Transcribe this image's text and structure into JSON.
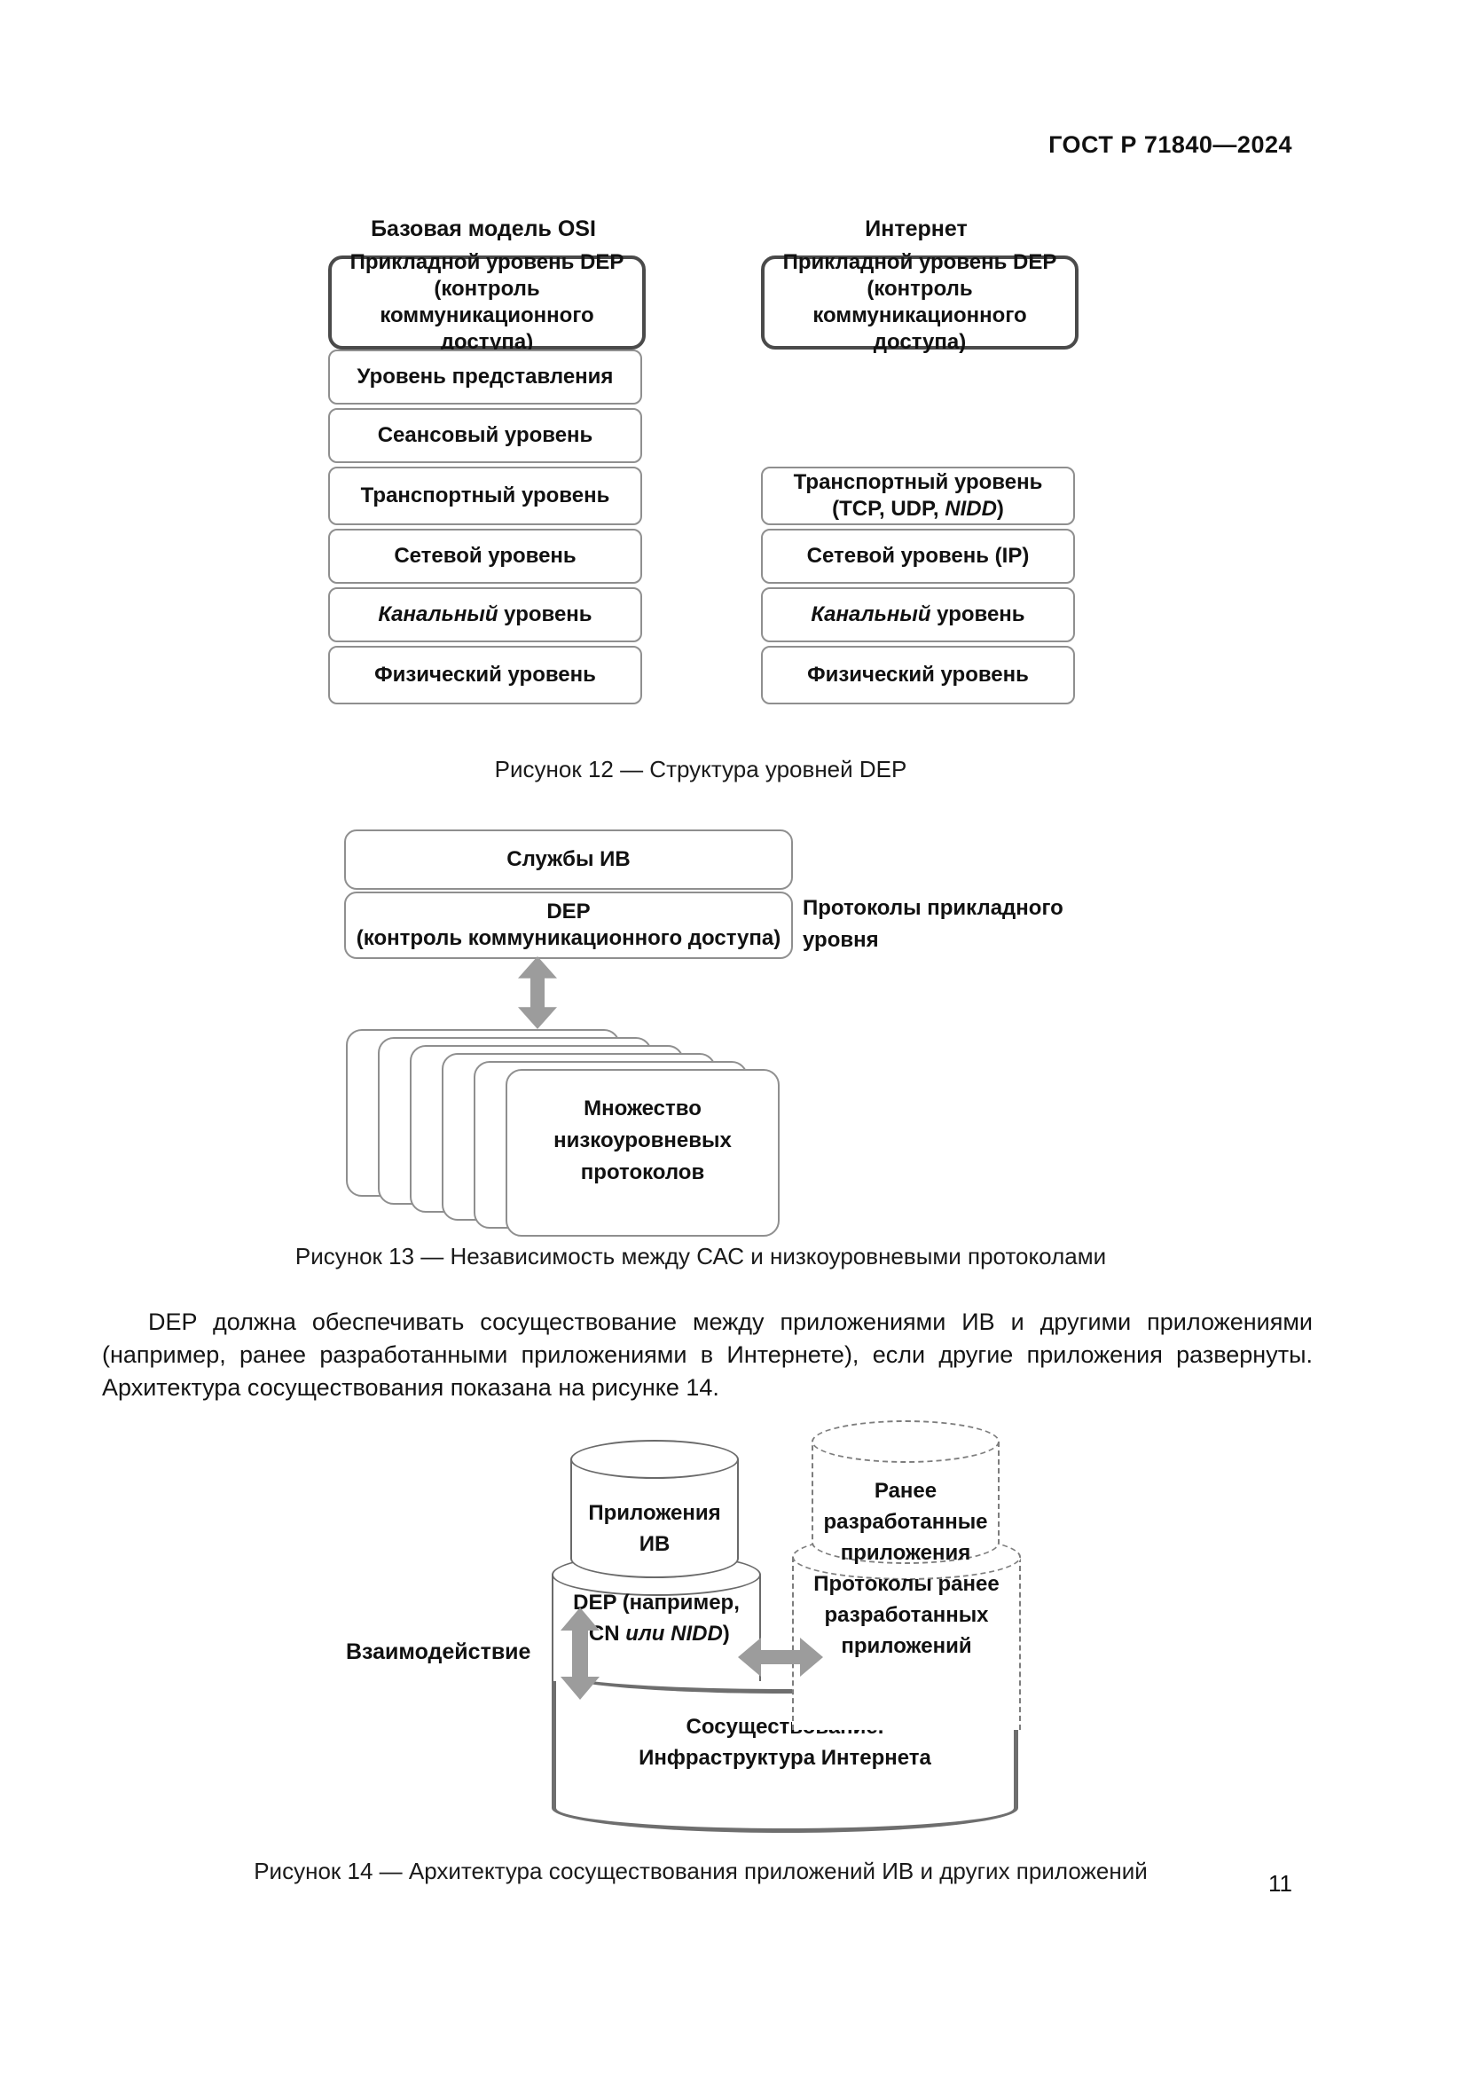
{
  "header": {
    "title": "ГОСТ Р 71840—2024"
  },
  "page_number": "11",
  "colors": {
    "border_gray": "#8f8f8f",
    "border_dark": "#4a4a4a",
    "cyl_border": "#6a6a6a",
    "big_cyl_border": "#6e6e6e",
    "arrow_gray": "#9c9c9c"
  },
  "figure12": {
    "left_title": "Базовая модель OSI",
    "right_title": "Интернет",
    "left_layers": [
      {
        "lines": [
          [
            {
              "t": "Прикладной уровень DEP"
            }
          ],
          [
            {
              "t": "(контроль коммуникационного"
            }
          ],
          [
            {
              "t": "доступа)"
            }
          ]
        ]
      },
      {
        "lines": [
          [
            {
              "t": "Уровень представления"
            }
          ]
        ]
      },
      {
        "lines": [
          [
            {
              "t": "Сеансовый уровень"
            }
          ]
        ]
      },
      {
        "lines": [
          [
            {
              "t": "Транспортный уровень"
            }
          ]
        ]
      },
      {
        "lines": [
          [
            {
              "t": "Сетевой уровень"
            }
          ]
        ]
      },
      {
        "lines": [
          [
            {
              "t": "Канальный",
              "i": true
            },
            {
              "t": " уровень"
            }
          ]
        ]
      },
      {
        "lines": [
          [
            {
              "t": "Физический уровень"
            }
          ]
        ]
      }
    ],
    "right_layers": [
      {
        "lines": [
          [
            {
              "t": "Прикладной уровень DEP"
            }
          ],
          [
            {
              "t": "(контроль коммуникационного"
            }
          ],
          [
            {
              "t": "доступа)"
            }
          ]
        ]
      },
      {
        "lines": [
          [
            {
              "t": "Транспортный уровень"
            }
          ],
          [
            {
              "t": "(TCP, UDP, "
            },
            {
              "t": "NIDD",
              "i": true
            },
            {
              "t": ")"
            }
          ]
        ]
      },
      {
        "lines": [
          [
            {
              "t": "Сетевой уровень (IP)"
            }
          ]
        ]
      },
      {
        "lines": [
          [
            {
              "t": "Канальный",
              "i": true
            },
            {
              "t": " уровень"
            }
          ]
        ]
      },
      {
        "lines": [
          [
            {
              "t": "Физический уровень"
            }
          ]
        ]
      }
    ],
    "caption": "Рисунок 12 — Структура уровней DEP"
  },
  "figure13": {
    "services_box": {
      "lines": [
        [
          {
            "t": "Службы ИВ"
          }
        ]
      ]
    },
    "dep_box": {
      "lines": [
        [
          {
            "t": "DEP"
          }
        ],
        [
          {
            "t": "(контроль коммуникационного доступа)"
          }
        ]
      ]
    },
    "side_label": {
      "lines": [
        [
          {
            "t": "Протоколы прикладного"
          }
        ],
        [
          {
            "t": "уровня"
          }
        ]
      ]
    },
    "stack_box": {
      "lines": [
        [
          {
            "t": "Множество"
          }
        ],
        [
          {
            "t": "низкоуровневых"
          }
        ],
        [
          {
            "t": "протоколов"
          }
        ]
      ]
    },
    "caption": "Рисунок 13 — Независимость между САС и низкоуровневыми протоколами"
  },
  "paragraph": "DEP должна обеспечивать сосуществование между приложениями ИВ и другими приложениями (например, ранее разработанными приложениями в Интернете), если другие приложения развернуты. Архитектура сосуществования показана на рисунке 14.",
  "figure14": {
    "interaction_label": "Взаимодействие",
    "iot_apps_cyl": {
      "lines": [
        [
          {
            "t": "Приложения ИВ"
          }
        ]
      ]
    },
    "legacy_apps_cyl": {
      "lines": [
        [
          {
            "t": "Ранее"
          }
        ],
        [
          {
            "t": "разработанные"
          }
        ],
        [
          {
            "t": "приложения"
          }
        ]
      ]
    },
    "dep_cyl": {
      "lines": [
        [
          {
            "t": "DEP (например,"
          }
        ],
        [
          {
            "t": "ICN "
          },
          {
            "t": "или NIDD",
            "i": true
          },
          {
            "t": ")"
          }
        ]
      ]
    },
    "legacy_protocols_cyl": {
      "lines": [
        [
          {
            "t": "Протоколы ранее"
          }
        ],
        [
          {
            "t": "разработанных"
          }
        ],
        [
          {
            "t": "приложений"
          }
        ]
      ]
    },
    "infra_cyl": {
      "lines": [
        [
          {
            "t": "Сосуществование."
          }
        ],
        [
          {
            "t": "Инфраструктура Интернета"
          }
        ]
      ]
    },
    "caption": "Рисунок 14 — Архитектура сосуществования приложений ИВ и других приложений"
  }
}
